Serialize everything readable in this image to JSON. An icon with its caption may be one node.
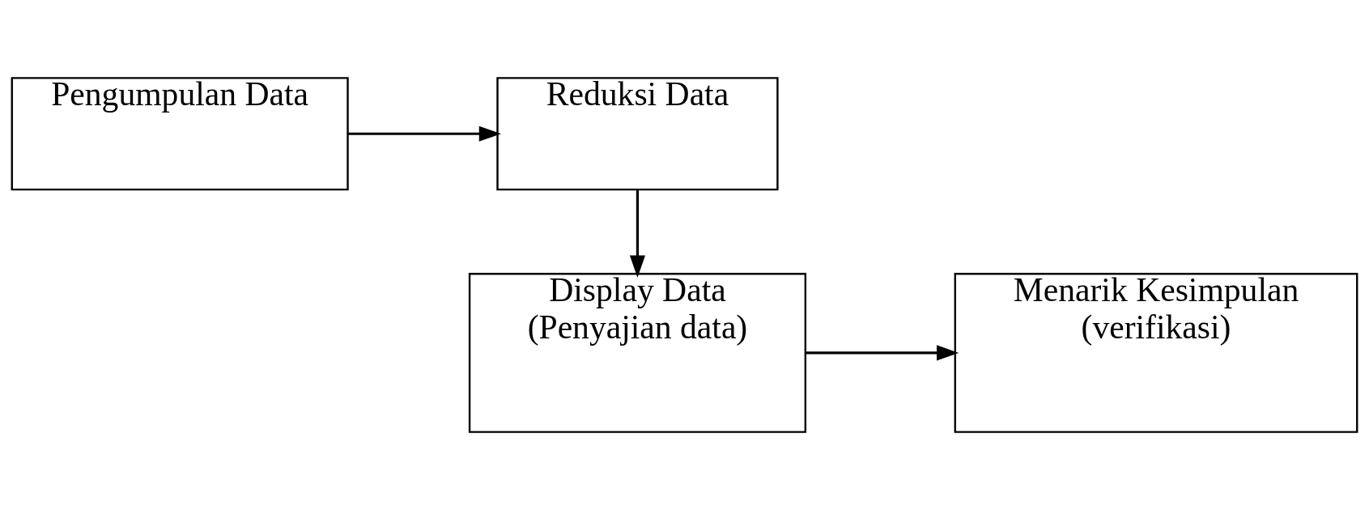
{
  "diagram": {
    "nodes": [
      {
        "text": [
          "Pengumpulan Data"
        ]
      },
      {
        "text": [
          "Reduksi Data"
        ]
      },
      {
        "text": [
          "Menarik Kesimpulan (verifikasi)"
        ]
      },
      {
        "text": [
          "Display Data (Penyajian data)"
        ]
      }
    ],
    "edges": [
      {
        "from": 0,
        "to": 1,
        "arrow": "to"
      },
      {
        "from": 1,
        "to": 3,
        "arrow": "to"
      },
      {
        "from": 3,
        "to": 2,
        "arrow": "to"
      }
    ]
  }
}
